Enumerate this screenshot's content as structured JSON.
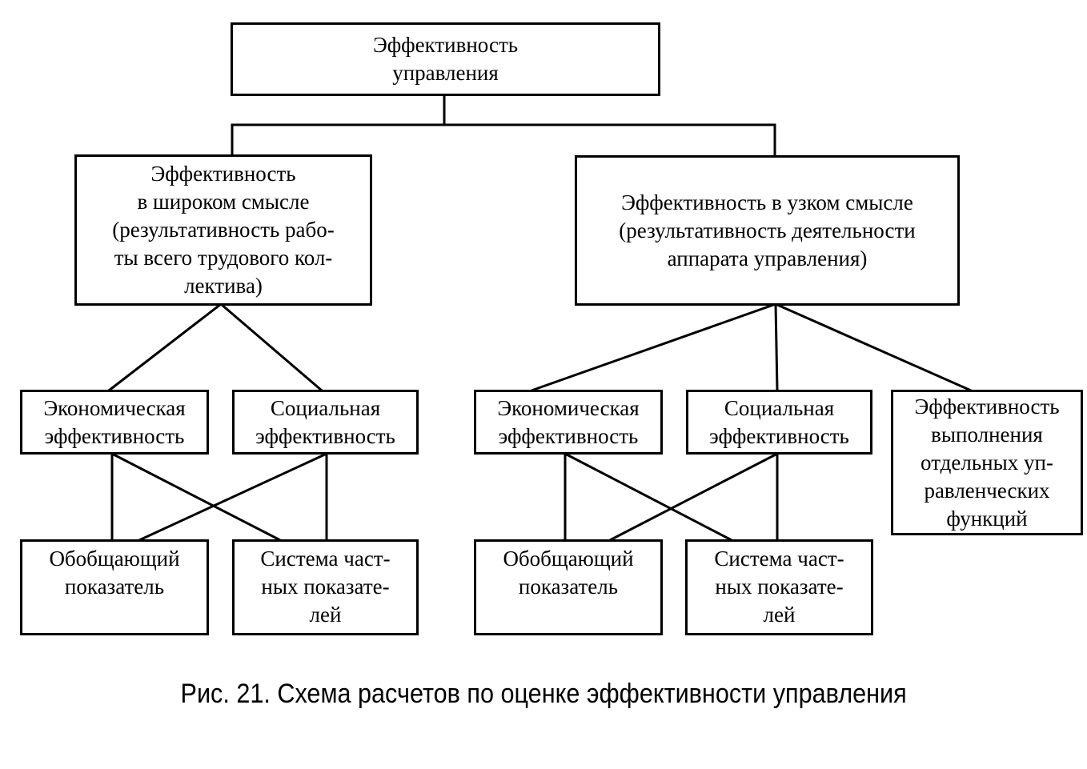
{
  "diagram": {
    "root": {
      "lines": [
        "Эффективность",
        "управления"
      ]
    },
    "broad": {
      "lines": [
        "Эффективность",
        "в широком смысле",
        "(результативность рабо-",
        "ты  всего трудового кол-",
        "лектива)"
      ]
    },
    "narrow": {
      "lines": [
        "Эффективность в узком смысле",
        "(результативность деятельности",
        "аппарата управления)"
      ]
    },
    "broad_econ": {
      "lines": [
        "Экономическая",
        "эффективность"
      ]
    },
    "broad_social": {
      "lines": [
        "Социальная",
        "эффективность"
      ]
    },
    "narrow_econ": {
      "lines": [
        "Экономическая",
        "эффективность"
      ]
    },
    "narrow_social": {
      "lines": [
        "Социальная",
        "эффективность"
      ]
    },
    "narrow_functions": {
      "lines": [
        "Эффективность",
        "выполнения",
        "отдельных уп-",
        "равленческих",
        "функций"
      ]
    },
    "broad_general": {
      "lines": [
        "Обобщающий",
        "показатель"
      ]
    },
    "broad_partial": {
      "lines": [
        "Система част-",
        "ных показате-",
        "лей"
      ]
    },
    "narrow_general": {
      "lines": [
        "Обобщающий",
        "показатель"
      ]
    },
    "narrow_partial": {
      "lines": [
        "Система част-",
        "ных показате-",
        "лей"
      ]
    }
  },
  "caption": "Рис. 21. Схема расчетов по оценке эффективности управления"
}
